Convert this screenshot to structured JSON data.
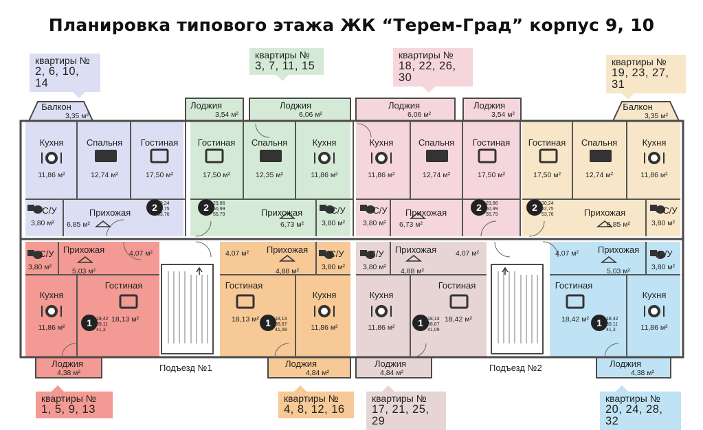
{
  "title": "Планировка типового этажа ЖК “Терем-Град” корпус 9, 10",
  "labels": {
    "apt_group_label": "квартиры №",
    "entrance_1": "Подъезд №1",
    "entrance_2": "Подъезд №2"
  },
  "apt_groups": [
    {
      "id": "tl",
      "numbers": "2, 6, 10, 14",
      "color": "#dcdff3"
    },
    {
      "id": "tml",
      "numbers": "3, 7, 11, 15",
      "color": "#d5ead6"
    },
    {
      "id": "tmr",
      "numbers": "18, 22, 26, 30",
      "color": "#f5d6dc"
    },
    {
      "id": "tr",
      "numbers": "19, 23, 27, 31",
      "color": "#f7e6c8"
    },
    {
      "id": "bl",
      "numbers": "1, 5, 9, 13",
      "color": "#f29a93"
    },
    {
      "id": "bml",
      "numbers": "4, 8, 12, 16",
      "color": "#f6c996"
    },
    {
      "id": "bmr",
      "numbers": "17, 21, 25, 29",
      "color": "#e7d5d6"
    },
    {
      "id": "br",
      "numbers": "20, 24, 28, 32",
      "color": "#bfe3f4"
    }
  ],
  "rooms": {
    "balcony": "Балкон",
    "loggia": "Лоджия",
    "kitchen": "Кухня",
    "bedroom": "Спальня",
    "living": "Гостиная",
    "bath": "С/У",
    "hall": "Прихожая"
  },
  "areas": {
    "a335": "3,35 м²",
    "a354": "3,54 м²",
    "a606": "6,06 м²",
    "a1186": "11,86 м²",
    "a1274": "12,74 м²",
    "a1750": "17,50 м²",
    "a1235": "12,35 м²",
    "a380": "3,80 м²",
    "a685": "6,85 м²",
    "a673": "6,73 м²",
    "a407": "4,07 м²",
    "a503": "5,03 м²",
    "a488": "4,88 м²",
    "a1813": "18,13 м²",
    "a1842": "18,42 м²",
    "a438": "4,38 м²",
    "a484": "4,84 м²"
  },
  "badges": {
    "b1": {
      "rooms": "2",
      "l1": "30,24",
      "l2": "52,75",
      "l3": "53,76"
    },
    "b2": {
      "rooms": "2",
      "l1": "29,86",
      "l2": "50,99",
      "l3": "55,79"
    },
    "b3": {
      "rooms": "1",
      "l1": "18,42",
      "l2": "39,11",
      "l3": "41,3"
    },
    "b4": {
      "rooms": "1",
      "l1": "18,13",
      "l2": "38,67",
      "l3": "41,09"
    }
  }
}
